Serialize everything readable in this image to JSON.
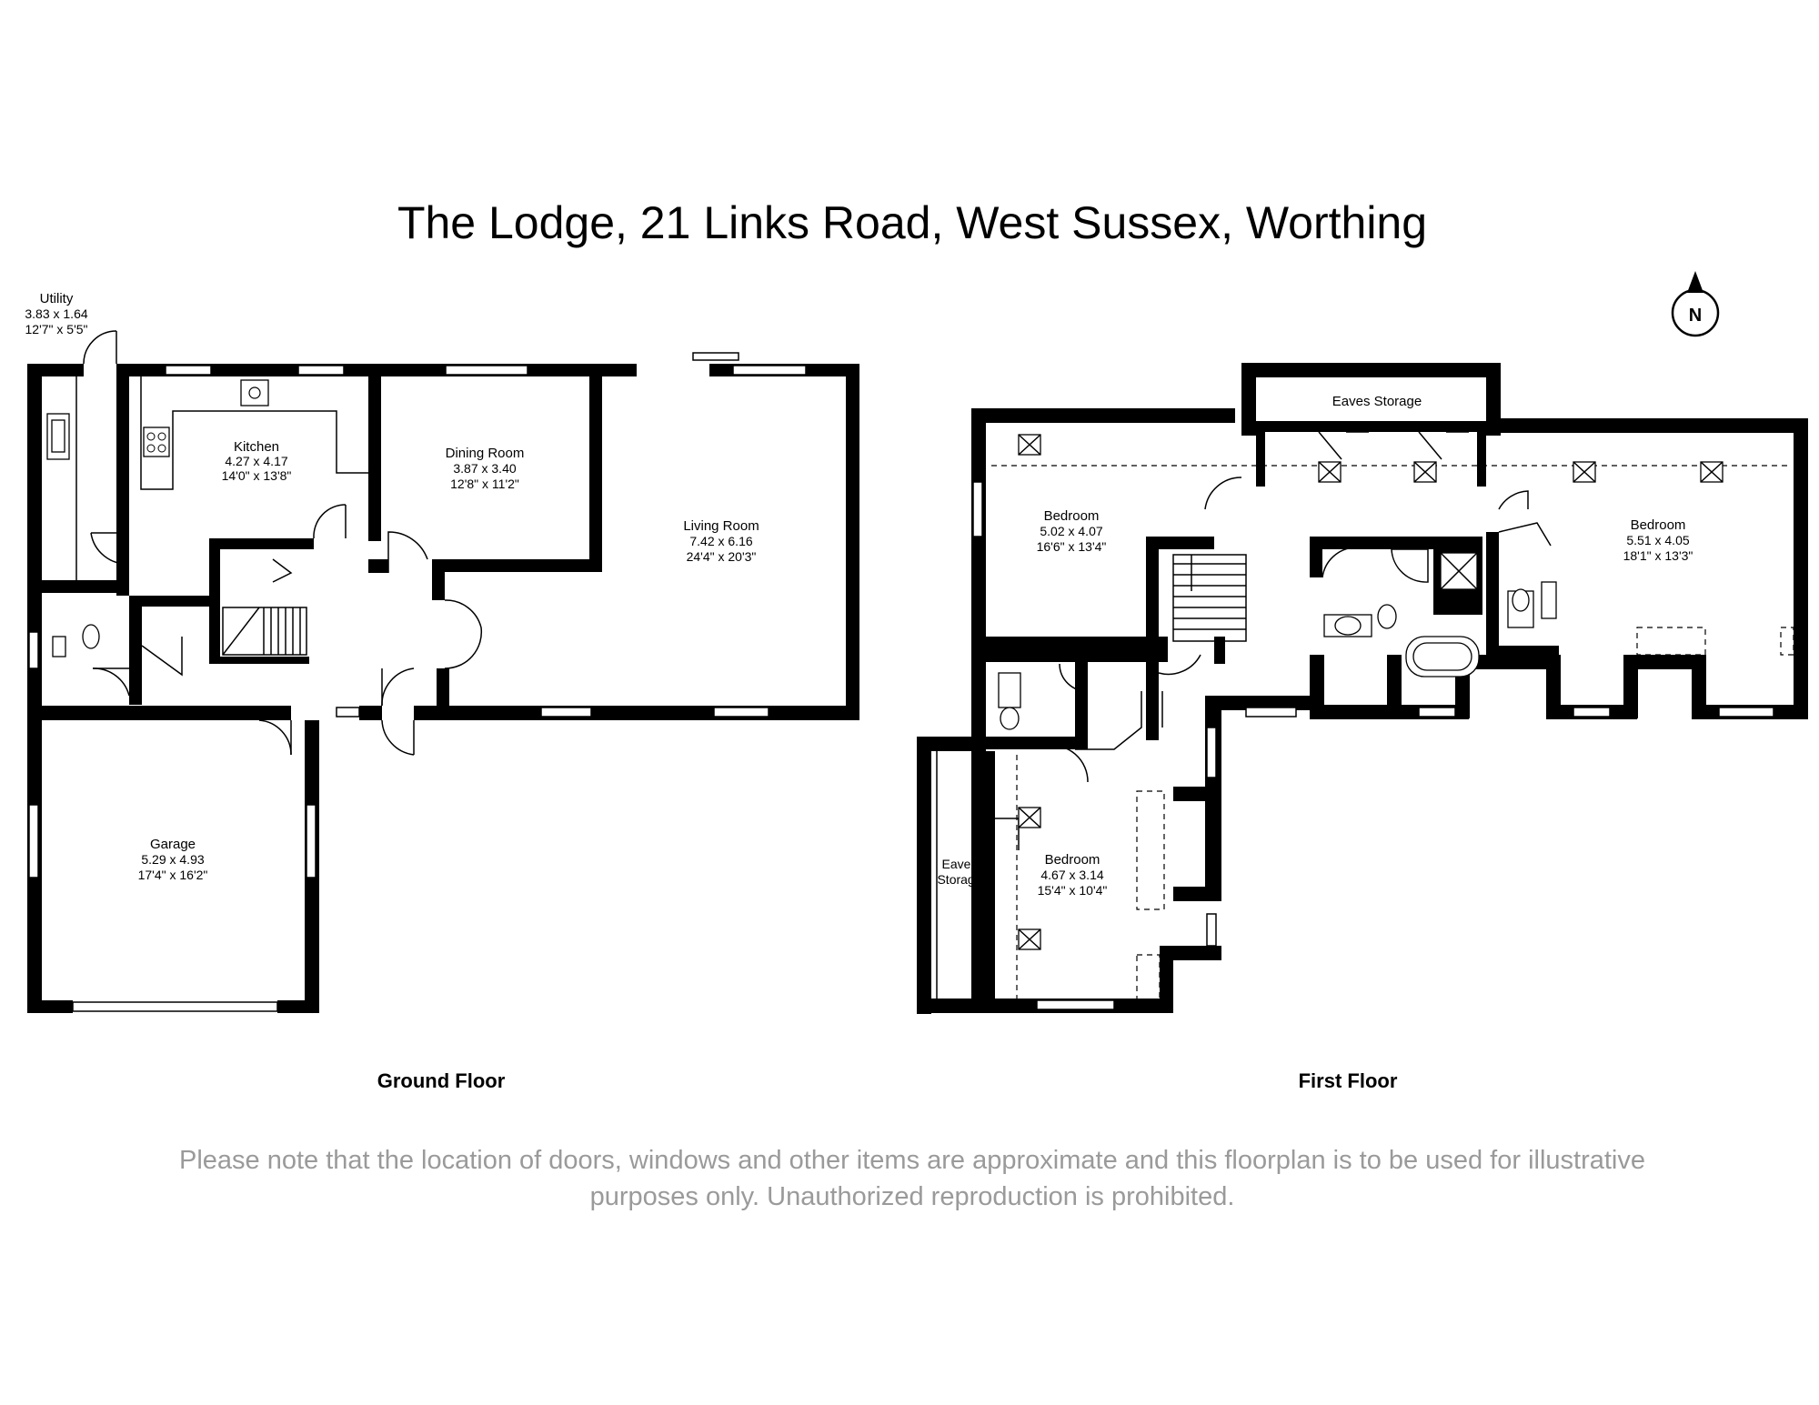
{
  "title": "The Lodge, 21 Links Road, West Sussex, Worthing",
  "north_label": "N",
  "floors": {
    "ground": {
      "label": "Ground Floor"
    },
    "first": {
      "label": "First Floor"
    }
  },
  "rooms": {
    "utility": {
      "name": "Utility",
      "metric": "3.83 x 1.64",
      "imperial": "12'7\" x 5'5\""
    },
    "kitchen": {
      "name": "Kitchen",
      "metric": "4.27 x 4.17",
      "imperial": "14'0\" x 13'8\""
    },
    "dining": {
      "name": "Dining Room",
      "metric": "3.87 x 3.40",
      "imperial": "12'8\" x 11'2\""
    },
    "living": {
      "name": "Living Room",
      "metric": "7.42 x 6.16",
      "imperial": "24'4\" x 20'3\""
    },
    "garage": {
      "name": "Garage",
      "metric": "5.29 x 4.93",
      "imperial": "17'4\" x 16'2\""
    },
    "eaves_top": {
      "name": "Eaves Storage"
    },
    "bedroom1": {
      "name": "Bedroom",
      "metric": "5.02 x 4.07",
      "imperial": "16'6\" x 13'4\""
    },
    "bedroom2": {
      "name": "Bedroom",
      "metric": "5.51 x 4.05",
      "imperial": "18'1\" x 13'3\""
    },
    "bedroom3": {
      "name": "Bedroom",
      "metric": "4.67 x 3.14",
      "imperial": "15'4\" x 10'4\""
    },
    "eaves_side": {
      "line1": "Eaves",
      "line2": "Storage"
    }
  },
  "disclaimer": {
    "line1": "Please note that the location of doors, windows and other items are approximate and this floorplan is to be used for illustrative",
    "line2": "purposes only. Unauthorized reproduction is prohibited."
  }
}
